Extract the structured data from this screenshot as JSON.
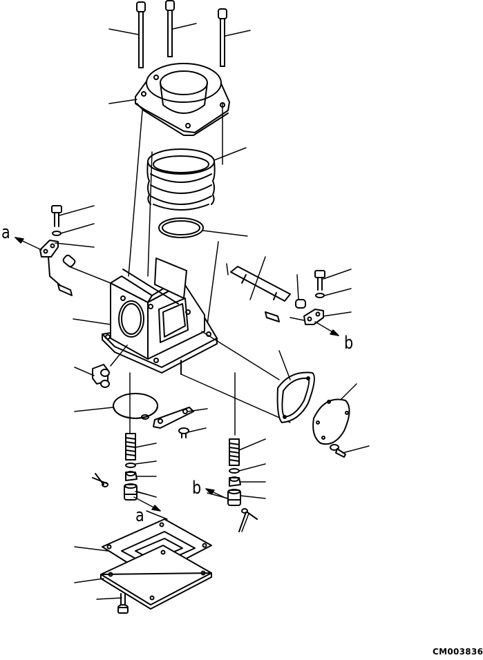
{
  "diagram": {
    "labels": {
      "a_top": "a",
      "a_bottom": "a",
      "b_right": "b",
      "b_left": "b"
    },
    "drawing_code": "CM003836"
  }
}
